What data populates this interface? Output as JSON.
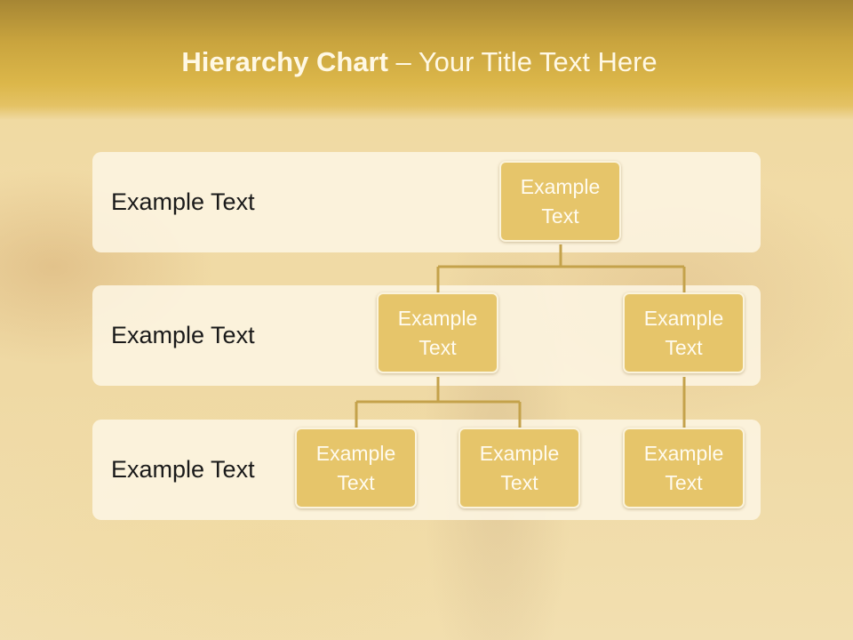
{
  "slide": {
    "title_bold": "Hierarchy Chart",
    "title_rest": " – Your Title Text Here"
  },
  "levels": [
    {
      "label": "Example Text"
    },
    {
      "label": "Example Text"
    },
    {
      "label": "Example Text"
    }
  ],
  "nodes": {
    "root": "Example Text",
    "level2_left": "Example Text",
    "level2_right": "Example Text",
    "level3_left": "Example Text",
    "level3_middle": "Example Text",
    "level3_right": "Example Text"
  },
  "colors": {
    "header": "#c9a43e",
    "node_fill": "#e6c56a",
    "node_border": "#fbf3dc",
    "connector": "#c4a24b",
    "band": "#fdf6e4"
  }
}
